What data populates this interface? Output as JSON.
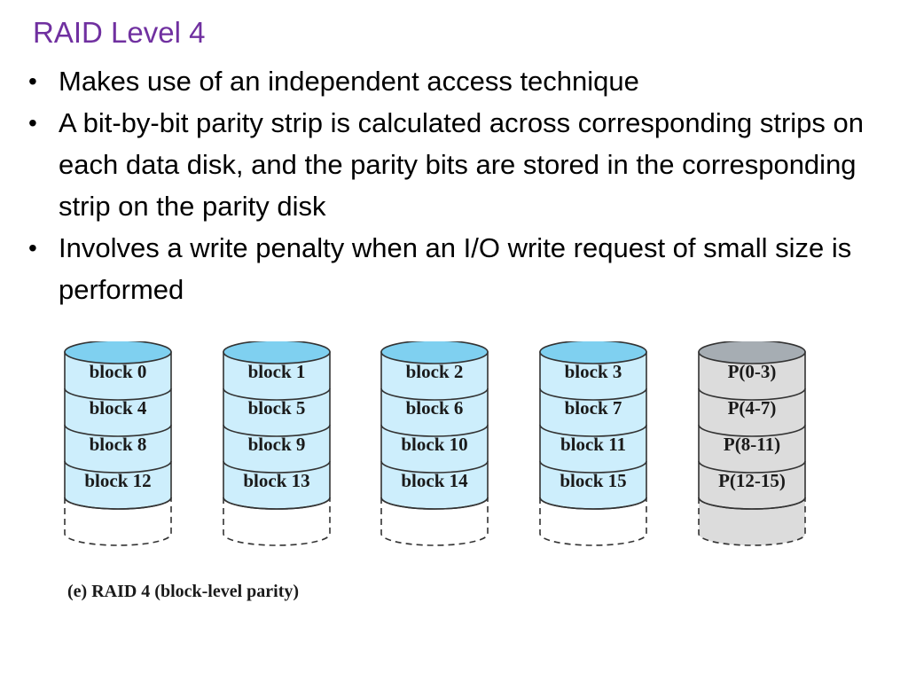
{
  "slide": {
    "title": "RAID Level 4",
    "bullets": [
      "Makes use of an independent access technique",
      "A bit-by-bit parity strip is calculated across corresponding strips on each data disk, and the parity bits are stored in the corresponding strip on the parity disk",
      "Involves a write penalty when an I/O write request of small size is performed"
    ]
  },
  "diagram": {
    "disks": [
      {
        "type": "data",
        "blocks": [
          "block 0",
          "block 4",
          "block 8",
          "block 12"
        ]
      },
      {
        "type": "data",
        "blocks": [
          "block 1",
          "block 5",
          "block 9",
          "block 13"
        ]
      },
      {
        "type": "data",
        "blocks": [
          "block 2",
          "block 6",
          "block 10",
          "block 14"
        ]
      },
      {
        "type": "data",
        "blocks": [
          "block 3",
          "block 7",
          "block 11",
          "block 15"
        ]
      },
      {
        "type": "parity",
        "blocks": [
          "P(0-3)",
          "P(4-7)",
          "P(8-11)",
          "P(12-15)"
        ]
      }
    ],
    "caption": "(e) RAID 4 (block-level parity)",
    "colors": {
      "data_top": "#7fd0f0",
      "data_body": "#cdeefc",
      "parity_top": "#a6adb3",
      "parity_body": "#dcdcdc",
      "outline": "#333333"
    }
  }
}
